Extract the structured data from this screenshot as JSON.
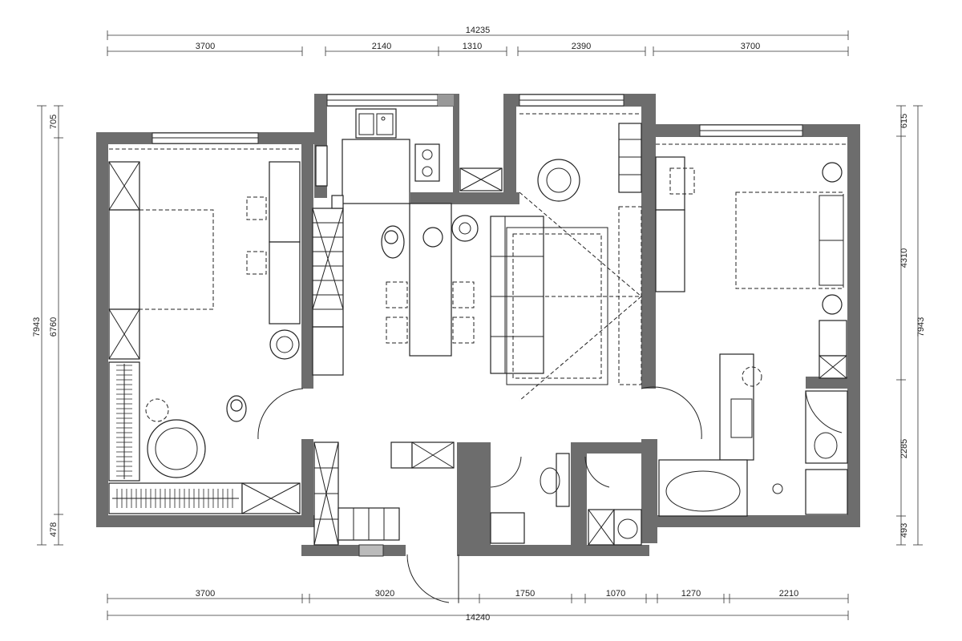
{
  "dimensions": {
    "top_total": "14235",
    "top": [
      "3700",
      "2140",
      "1310",
      "2390",
      "3700"
    ],
    "bottom": [
      "3700",
      "3020",
      "1750",
      "1070",
      "1270",
      "2210"
    ],
    "bottom_total": "14240",
    "left": [
      "705",
      "6760",
      "478"
    ],
    "left_total": "7943",
    "right": [
      "615",
      "4310",
      "2285",
      "493"
    ],
    "right_total": "7943"
  }
}
